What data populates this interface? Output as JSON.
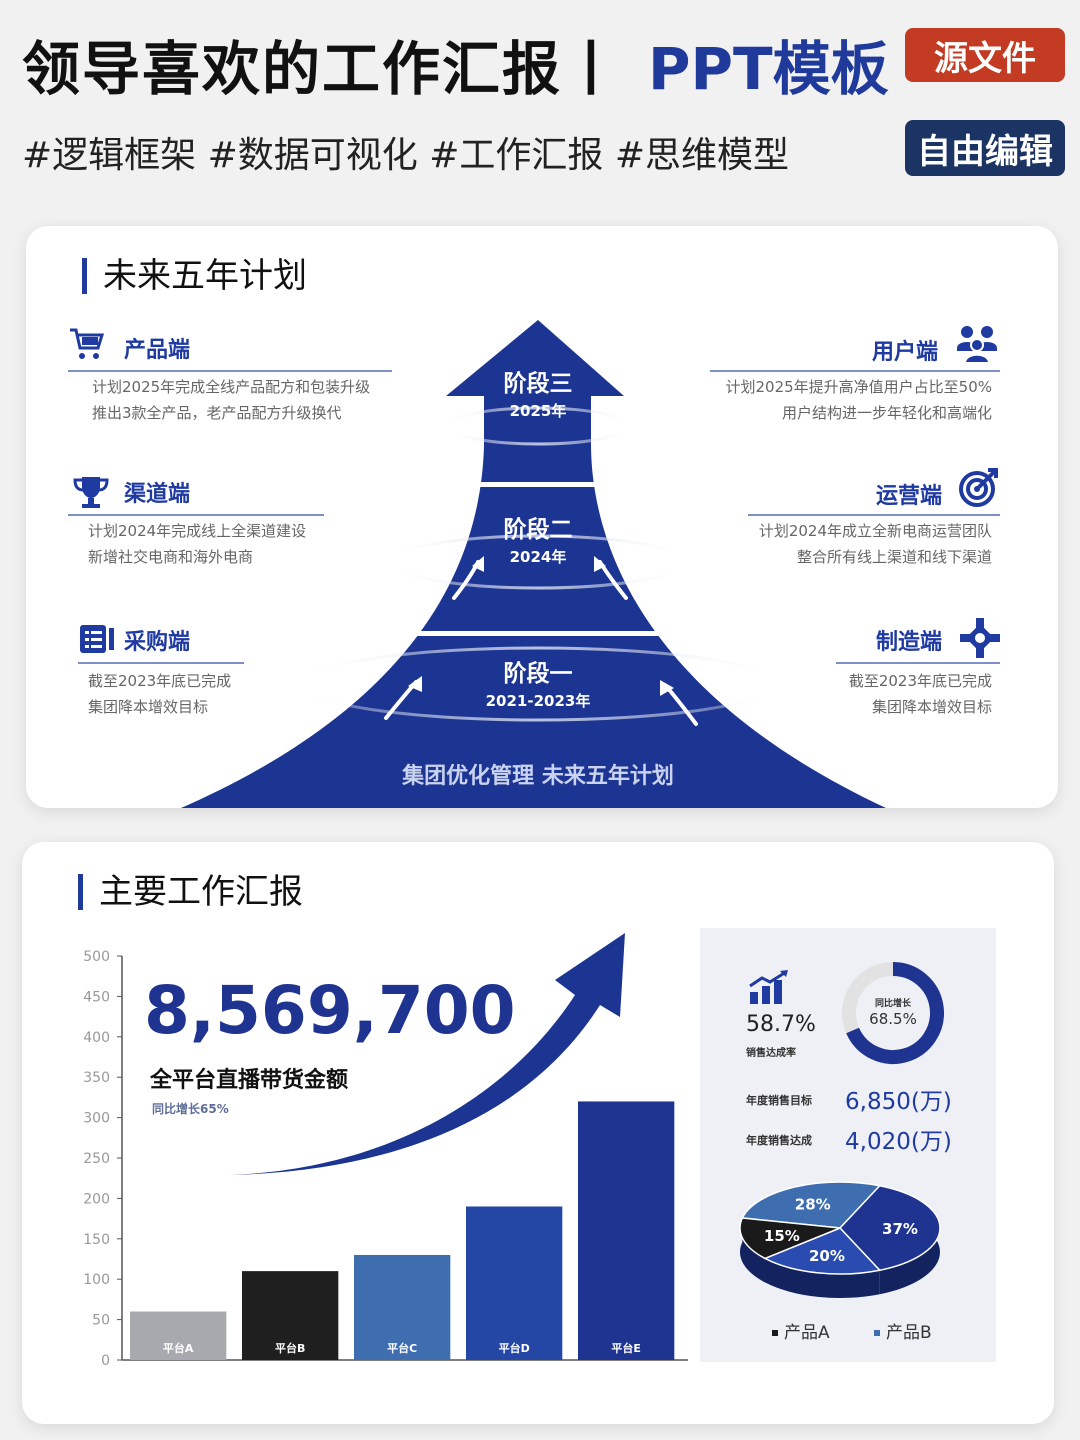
{
  "header": {
    "title": "领导喜欢的工作汇报丨",
    "ppt": "PPT模板",
    "badge_source": "源文件",
    "tags": "#逻辑框架 #数据可视化 #工作汇报 #思维模型",
    "badge_edit": "自由编辑"
  },
  "plan": {
    "title": "未来五年计划",
    "left": [
      {
        "head": "产品端",
        "icon": "cart-icon",
        "lines": [
          "计划2025年完成全线产品配方和包装升级",
          "推出3款全产品，老产品配方升级换代"
        ]
      },
      {
        "head": "渠道端",
        "icon": "trophy-icon",
        "lines": [
          "计划2024年完成线上全渠道建设",
          "新增社交电商和海外电商"
        ]
      },
      {
        "head": "采购端",
        "icon": "clipboard-icon",
        "lines": [
          "截至2023年底已完成",
          "集团降本增效目标"
        ]
      }
    ],
    "right": [
      {
        "head": "用户端",
        "icon": "users-icon",
        "lines": [
          "计划2025年提升高净值用户占比至50%",
          "用户结构进一步年轻化和高端化"
        ]
      },
      {
        "head": "运营端",
        "icon": "target-icon",
        "lines": [
          "计划2024年成立全新电商运营团队",
          "整合所有线上渠道和线下渠道"
        ]
      },
      {
        "head": "制造端",
        "icon": "gear-icon",
        "lines": [
          "截至2023年底已完成",
          "集团降本增效目标"
        ]
      }
    ],
    "stages": [
      {
        "name": "阶段三",
        "year": "2025年"
      },
      {
        "name": "阶段二",
        "year": "2024年"
      },
      {
        "name": "阶段一",
        "year": "2021-2023年"
      }
    ],
    "footer": "集团优化管理 未来五年计划"
  },
  "report": {
    "title": "主要工作汇报",
    "big_number": "8,569,700",
    "big_label": "全平台直播带货金额",
    "growth": "同比增长65%"
  },
  "chart_data": [
    {
      "type": "bar",
      "categories": [
        "平台A",
        "平台B",
        "平台C",
        "平台D",
        "平台E"
      ],
      "values": [
        60,
        110,
        130,
        190,
        320
      ],
      "ylim": [
        0,
        500
      ],
      "yticks": [
        0,
        50,
        100,
        150,
        200,
        250,
        300,
        350,
        400,
        450,
        500
      ],
      "colors": [
        "#a7a9ae",
        "#1f1f1f",
        "#3f6eb0",
        "#2446a5",
        "#1f3491"
      ]
    },
    {
      "type": "pie",
      "labels": [
        "28%",
        "37%",
        "20%",
        "15%"
      ],
      "values": [
        28,
        37,
        20,
        15
      ],
      "colors": [
        "#3f6eb0",
        "#1f3491",
        "#2a4cb0",
        "#1a1a1a"
      ],
      "legend": [
        "产品A",
        "产品B"
      ]
    }
  ],
  "dashboard": {
    "rate_value": "58.7%",
    "rate_label": "销售达成率",
    "ring_label": "同比增长",
    "ring_value": "68.5%",
    "ring_fraction": 0.685,
    "target_label": "年度销售目标",
    "target_value": "6,850(万)",
    "achieved_label": "年度销售达成",
    "achieved_value": "4,020(万)"
  }
}
